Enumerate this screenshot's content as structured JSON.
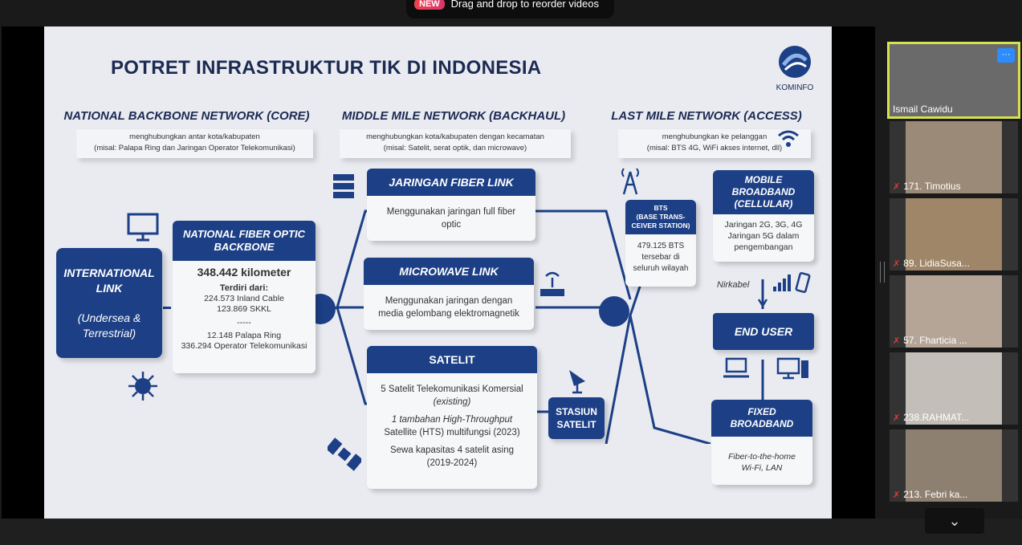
{
  "toast": {
    "badge": "NEW",
    "text": "Drag and drop to reorder videos"
  },
  "slide": {
    "title": "POTRET INFRASTRUKTUR TIK DI INDONESIA",
    "logo_text": "KOMINFO",
    "col1": {
      "head": "NATIONAL BACKBONE NETWORK (CORE)",
      "note1": "menghubungkan antar kota/kabupaten",
      "note2": "(misal: Palapa Ring dan Jaringan Operator Telekomunikasi)"
    },
    "col2": {
      "head": "MIDDLE MILE NETWORK (BACKHAUL)",
      "note1": "menghubungkan kota/kabupaten dengan kecamatan",
      "note2": "(misal: Satelit, serat optik, dan microwave)"
    },
    "col3": {
      "head": "LAST MILE NETWORK (ACCESS)",
      "note1": "menghubungkan ke pelanggan",
      "note2": "(misal: BTS 4G, WiFi akses internet, dll)"
    },
    "intl": {
      "line1": "INTERNATIONAL",
      "line2": "LINK",
      "line3": "(Undersea &",
      "line4": "Terrestrial)"
    },
    "nfob": {
      "head1": "NATIONAL FIBER OPTIC",
      "head2": "BACKBONE",
      "km": "348.442 kilometer",
      "terdiri": "Terdiri dari:",
      "a": "224.573 Inland Cable",
      "b": "123.869 SKKL",
      "sep": "-----",
      "c": "12.148 Palapa Ring",
      "d": "336.294 Operator Telekomunikasi"
    },
    "fiber": {
      "head": "JARINGAN FIBER LINK",
      "t1": "Menggunakan jaringan full fiber",
      "t2": "optic"
    },
    "micro": {
      "head": "MICROWAVE LINK",
      "t1": "Menggunakan jaringan dengan",
      "t2": "media gelombang elektromagnetik"
    },
    "satelit": {
      "head": "SATELIT",
      "t1": "5 Satelit Telekomunikasi Komersial",
      "t2": "(existing)",
      "t3": "1 tambahan High-Throughput",
      "t4": "Satellite (HTS) multifungsi (2023)",
      "t5": "Sewa kapasitas 4 satelit asing",
      "t6": "(2019-2024)"
    },
    "stasiun": {
      "l1": "STASIUN",
      "l2": "SATELIT"
    },
    "bts": {
      "l1": "BTS",
      "l2": "(BASE TRANS-",
      "l3": "CEIVER STATION)",
      "t1": "479.125 BTS",
      "t2": "tersebar di",
      "t3": "seluruh wilayah"
    },
    "mobile": {
      "h1": "MOBILE",
      "h2": "BROADBAND",
      "h3": "(CELLULAR)",
      "t1": "Jaringan 2G, 3G, 4G",
      "t2": "Jaringan 5G dalam",
      "t3": "pengembangan"
    },
    "nirkabel": "Nirkabel",
    "enduser": "END USER",
    "fixed": {
      "h1": "FIXED",
      "h2": "BROADBAND",
      "t1": "Fiber-to-the-home",
      "t2": "Wi-Fi, LAN"
    }
  },
  "participants": [
    {
      "name": "Ismail Cawidu",
      "muted": false
    },
    {
      "name": "171. Timotius",
      "muted": true
    },
    {
      "name": "89. LidiaSusa...",
      "muted": true
    },
    {
      "name": "57. Fharticia ...",
      "muted": true
    },
    {
      "name": "238.RAHMAT...",
      "muted": true
    },
    {
      "name": "213. Febri ka...",
      "muted": true
    }
  ],
  "more_label": "···",
  "scroll_icon": "chevron-down-icon",
  "colors": {
    "accent": "#1c3f86",
    "active_border": "#d6e24d",
    "mute": "#e53935"
  }
}
